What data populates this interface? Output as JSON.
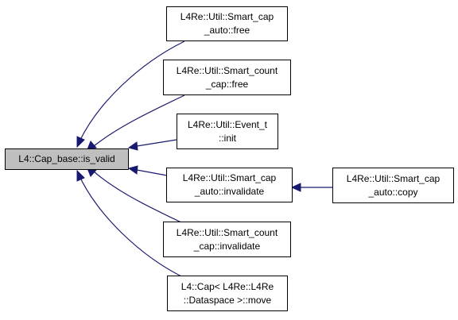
{
  "colors": {
    "edge": "#191970",
    "root_fill": "#bfbfbf",
    "node_fill": "#ffffff",
    "border": "#000000"
  },
  "nodes": {
    "root": {
      "lines": [
        "L4::Cap_base::is_valid"
      ]
    },
    "smart_cap_free": {
      "lines": [
        "L4Re::Util::Smart_cap",
        "_auto::free"
      ]
    },
    "smart_count_free": {
      "lines": [
        "L4Re::Util::Smart_count",
        "_cap::free"
      ]
    },
    "event_init": {
      "lines": [
        "L4Re::Util::Event_t",
        "::init"
      ]
    },
    "smart_cap_inval": {
      "lines": [
        "L4Re::Util::Smart_cap",
        "_auto::invalidate"
      ]
    },
    "smart_cap_copy": {
      "lines": [
        "L4Re::Util::Smart_cap",
        "_auto::copy"
      ]
    },
    "smart_count_inval": {
      "lines": [
        "L4Re::Util::Smart_count",
        "_cap::invalidate"
      ]
    },
    "cap_move": {
      "lines": [
        "L4::Cap< L4Re::L4Re",
        "::Dataspace >::move"
      ]
    }
  }
}
